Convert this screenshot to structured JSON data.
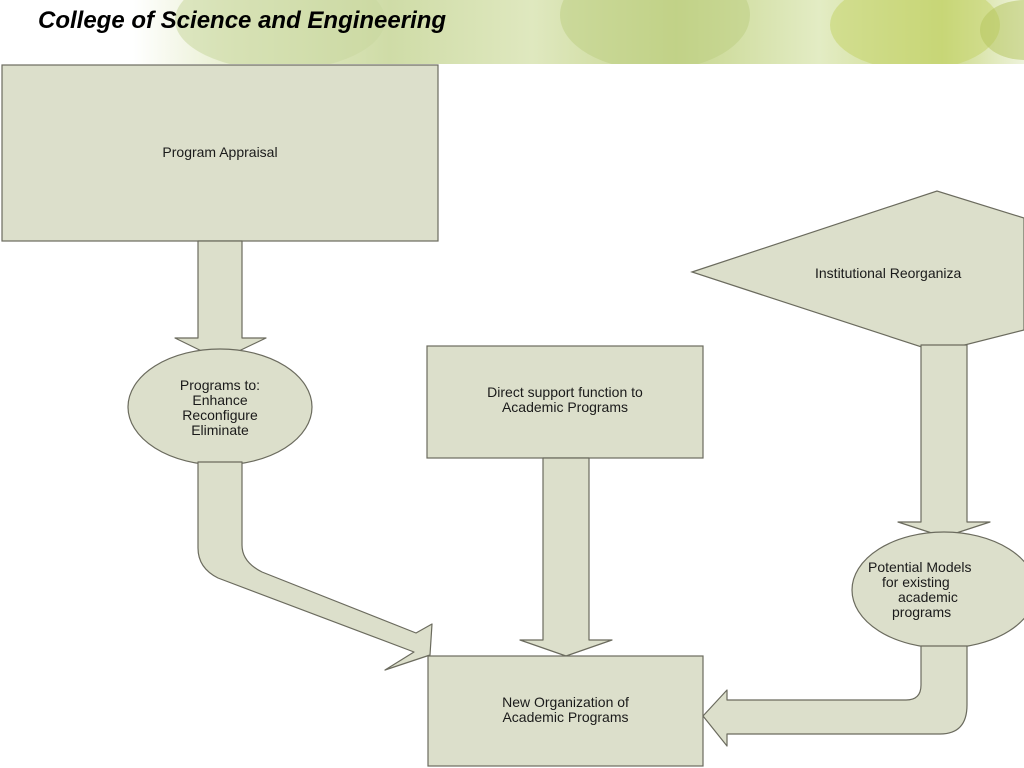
{
  "slide": {
    "title": "College of Science and Engineering"
  },
  "diagram": {
    "program_appraisal": "Program Appraisal",
    "programs_to": [
      "Programs to:",
      "Enhance",
      "Reconfigure",
      "Eliminate"
    ],
    "direct_support": [
      "Direct support function to",
      "Academic Programs"
    ],
    "institutional_reorg": "Institutional Reorganiza",
    "potential_models": [
      "Potential Models",
      "for existing",
      "academic",
      "programs"
    ],
    "new_organization": [
      "New Organization of",
      "Academic Programs"
    ]
  },
  "colors": {
    "shape_fill": "#dcdfcb",
    "shape_stroke": "#6b6b5e"
  }
}
